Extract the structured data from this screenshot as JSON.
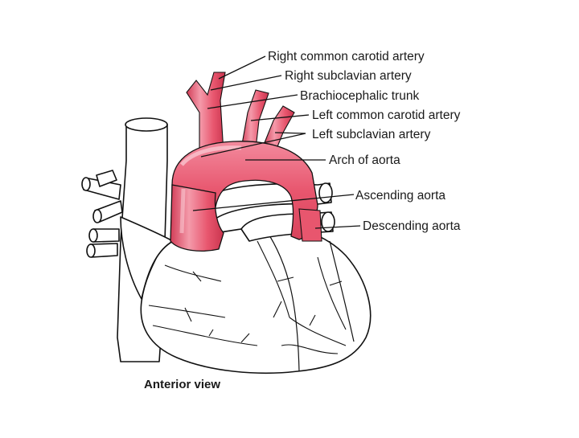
{
  "labels": {
    "right_common_carotid": "Right common carotid artery",
    "right_subclavian": "Right subclavian artery",
    "brachiocephalic": "Brachiocephalic trunk",
    "left_common_carotid": "Left common carotid artery",
    "left_subclavian": "Left subclavian artery",
    "arch": "Arch of aorta",
    "ascending": "Ascending aorta",
    "descending": "Descending aorta"
  },
  "caption": "Anterior view",
  "colors": {
    "aorta_fill": "#e8566e",
    "aorta_highlight": "#f7a3b1",
    "aorta_shade": "#c9344e",
    "outline": "#111111",
    "background": "#ffffff"
  }
}
